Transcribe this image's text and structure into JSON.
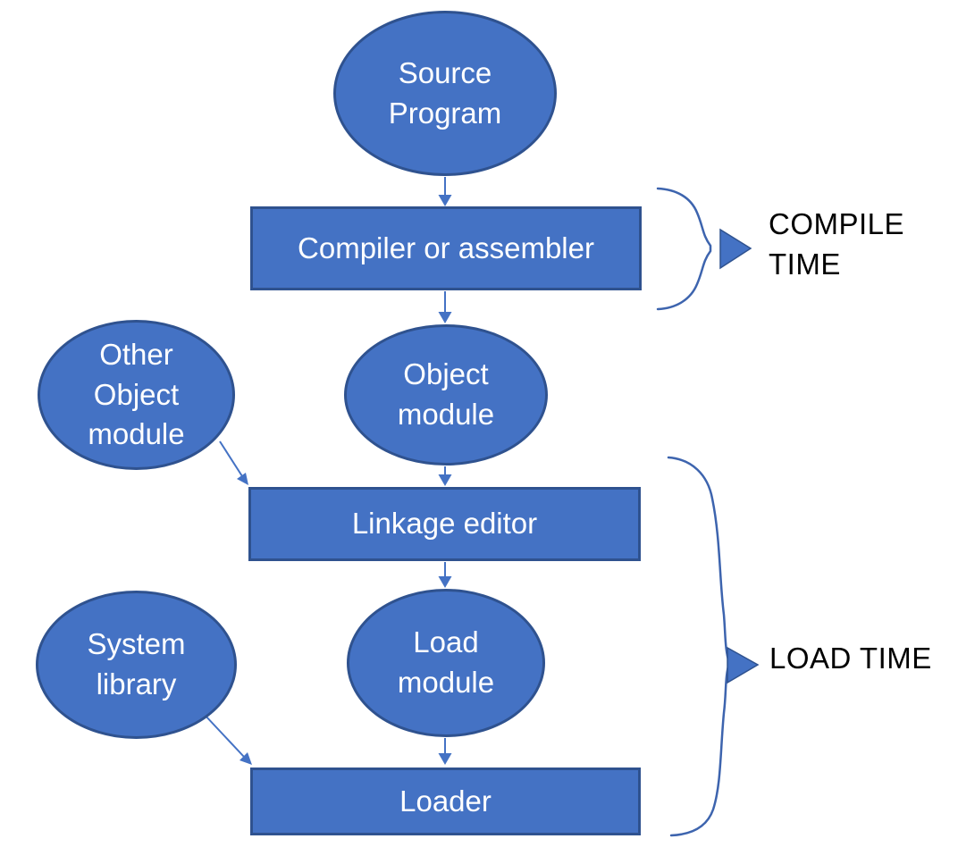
{
  "colors": {
    "shape_fill": "#4472C4",
    "shape_border": "#2F528F",
    "connector": "#4472C4",
    "brace": "#3D64AE",
    "shape_text": "#FFFFFF",
    "annotation_text": "#000000",
    "background": "#FFFFFF"
  },
  "nodes": {
    "source_program": {
      "label": "Source\nProgram",
      "shape": "ellipse"
    },
    "compiler": {
      "label": "Compiler or assembler",
      "shape": "rectangle"
    },
    "object_module": {
      "label": "Object\nmodule",
      "shape": "ellipse"
    },
    "other_object_module": {
      "label": "Other\nObject\nmodule",
      "shape": "ellipse"
    },
    "linkage_editor": {
      "label": "Linkage editor",
      "shape": "rectangle"
    },
    "load_module": {
      "label": "Load\nmodule",
      "shape": "ellipse"
    },
    "system_library": {
      "label": "System\nlibrary",
      "shape": "ellipse"
    },
    "loader": {
      "label": "Loader",
      "shape": "rectangle"
    }
  },
  "annotations": {
    "compile_time": {
      "label": "COMPILE\nTIME"
    },
    "load_time": {
      "label": "LOAD TIME"
    }
  },
  "edges": [
    {
      "from": "source_program",
      "to": "compiler"
    },
    {
      "from": "compiler",
      "to": "object_module"
    },
    {
      "from": "object_module",
      "to": "linkage_editor"
    },
    {
      "from": "other_object_module",
      "to": "linkage_editor"
    },
    {
      "from": "linkage_editor",
      "to": "load_module"
    },
    {
      "from": "load_module",
      "to": "loader"
    },
    {
      "from": "system_library",
      "to": "loader"
    }
  ],
  "braces": [
    {
      "covers": "compiler",
      "annotation": "COMPILE TIME"
    },
    {
      "covers": "linkage_editor_to_loader",
      "annotation": "LOAD TIME"
    }
  ]
}
